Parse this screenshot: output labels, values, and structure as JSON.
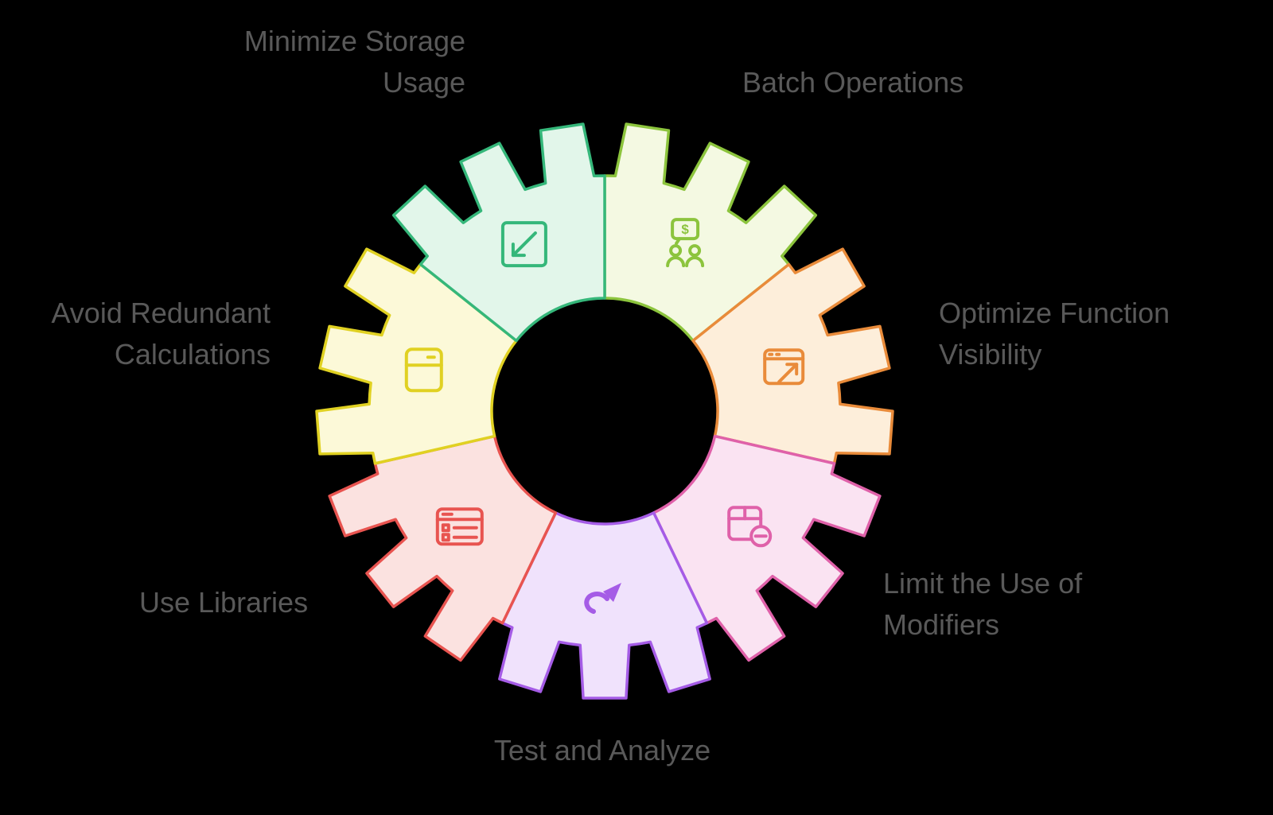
{
  "background_color": "#000000",
  "text_color": "#595959",
  "gear": {
    "segments": [
      {
        "id": "batch-operations",
        "label": "Batch Operations",
        "stroke": "#8cc43d",
        "fill": "#f4f9e2",
        "icon": "money-chat-icon"
      },
      {
        "id": "optimize-function-visibility",
        "label": "Optimize Function\nVisibility",
        "stroke": "#e98b3a",
        "fill": "#fdeeda",
        "icon": "window-link-icon"
      },
      {
        "id": "limit-the-use-of-modifiers",
        "label": "Limit the Use of\nModifiers",
        "stroke": "#df61a9",
        "fill": "#fae3f2",
        "icon": "package-minus-icon"
      },
      {
        "id": "test-and-analyze",
        "label": "Test and Analyze",
        "stroke": "#a55ce6",
        "fill": "#f0e2fc",
        "icon": "tilt-arrow-icon"
      },
      {
        "id": "use-libraries",
        "label": "Use Libraries",
        "stroke": "#e85450",
        "fill": "#fbe2e0",
        "icon": "list-window-icon"
      },
      {
        "id": "avoid-redundant-calculations",
        "label": "Avoid Redundant\nCalculations",
        "stroke": "#e0d122",
        "fill": "#fcf9d8",
        "icon": "archive-box-icon"
      },
      {
        "id": "minimize-storage-usage",
        "label": "Minimize Storage\nUsage",
        "stroke": "#35b77a",
        "fill": "#e2f6ea",
        "icon": "shrink-arrow-icon"
      }
    ]
  }
}
